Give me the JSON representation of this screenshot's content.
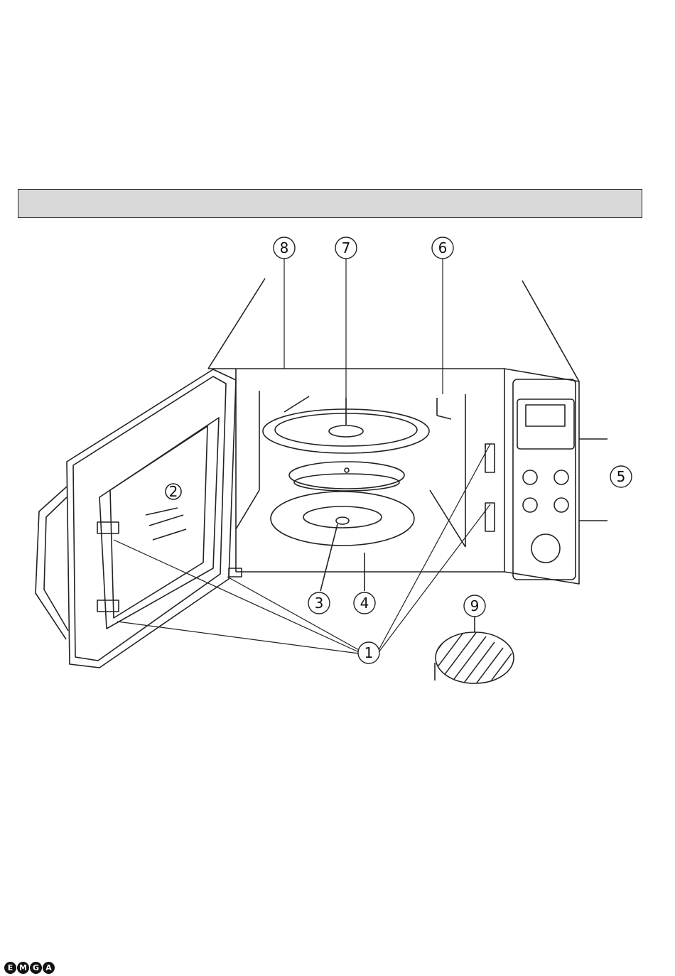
{
  "header": {
    "title": ""
  },
  "callouts": [
    {
      "id": "callout-1",
      "label": "1"
    },
    {
      "id": "callout-2",
      "label": "2"
    },
    {
      "id": "callout-3",
      "label": "3"
    },
    {
      "id": "callout-4",
      "label": "4"
    },
    {
      "id": "callout-5",
      "label": "5"
    },
    {
      "id": "callout-6",
      "label": "6"
    },
    {
      "id": "callout-7",
      "label": "7"
    },
    {
      "id": "callout-8",
      "label": "8"
    },
    {
      "id": "callout-9",
      "label": "9"
    }
  ],
  "footer": {
    "logo_letters": [
      "E",
      "M",
      "G",
      "A"
    ]
  }
}
